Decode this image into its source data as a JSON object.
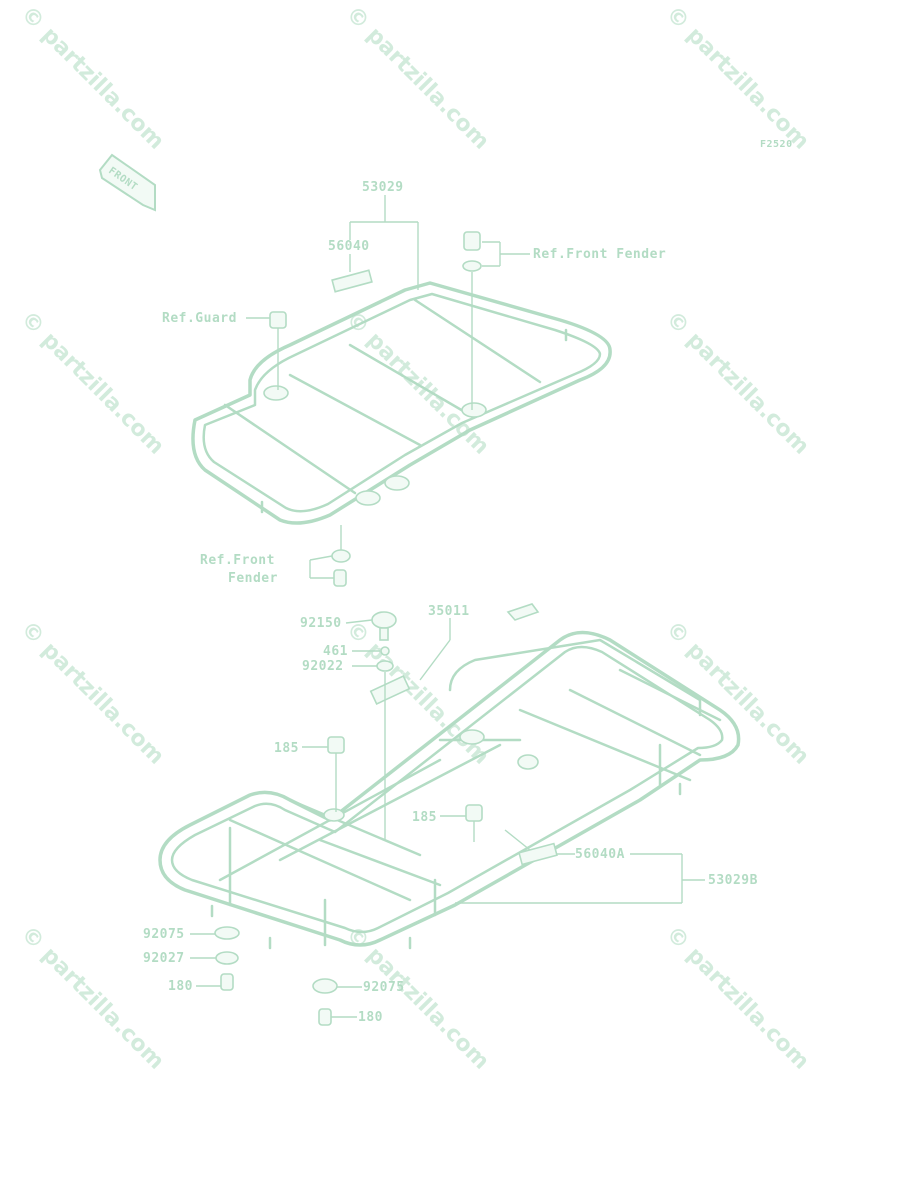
{
  "diagram_code": "F2520",
  "front_badge": "FRONT",
  "watermark": "© partzilla.com",
  "labels": {
    "l53029": "53029",
    "l56040": "56040",
    "ref_front_fender_top": "Ref.Front Fender",
    "ref_guard": "Ref.Guard",
    "ref_front_fender_bottom_1": "Ref.Front",
    "ref_front_fender_bottom_2": "Fender",
    "l35011": "35011",
    "l92150": "92150",
    "l461": "461",
    "l92022": "92022",
    "l185a": "185",
    "l185b": "185",
    "l56040A": "56040A",
    "l53029B": "53029B",
    "l92075a": "92075",
    "l92027": "92027",
    "l180a": "180",
    "l92075b": "92075",
    "l180b": "180"
  },
  "colors": {
    "line": "#b3dcc4",
    "watermark": "#d2ebdc",
    "background": "#ffffff"
  }
}
